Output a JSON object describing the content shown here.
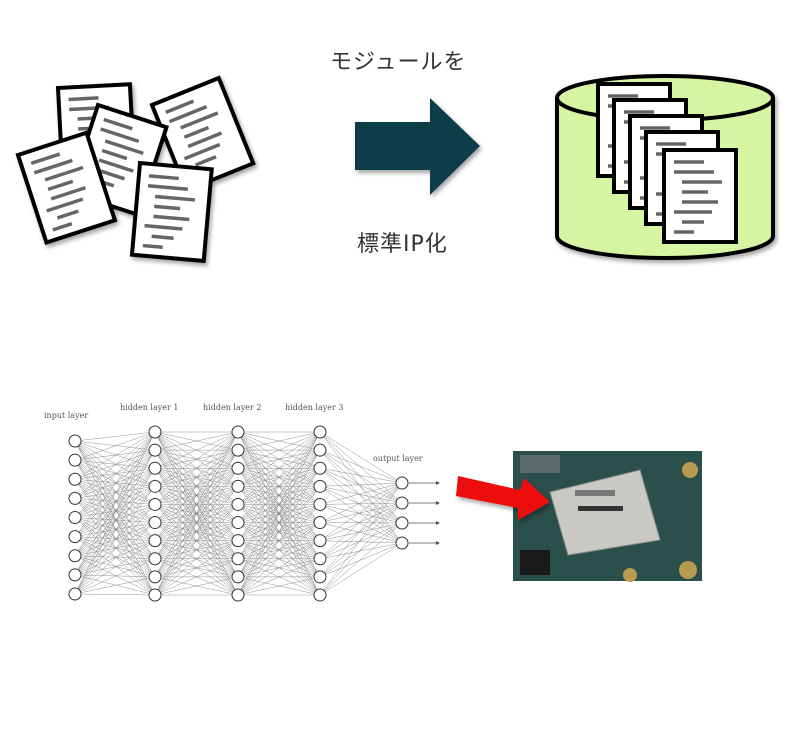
{
  "top": {
    "caption_above": "モジュールを",
    "caption_below": "標準IP化",
    "arrow_color": "#0f3d4a",
    "cylinder_color": "#d6f5a3"
  },
  "network": {
    "labels": {
      "input": "input layer",
      "hidden1": "hidden layer 1",
      "hidden2": "hidden layer 2",
      "hidden3": "hidden layer 3",
      "output": "output layer"
    },
    "layer_sizes": [
      9,
      10,
      10,
      10,
      4
    ]
  },
  "chip": {
    "arrow_color": "#ee1111"
  }
}
